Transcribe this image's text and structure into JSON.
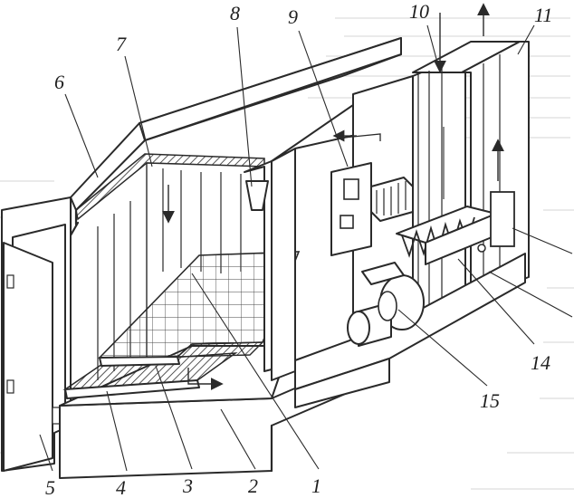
{
  "figure": {
    "background_text_visible": true,
    "callouts": [
      {
        "id": "c1",
        "label": "1"
      },
      {
        "id": "c2",
        "label": "2"
      },
      {
        "id": "c3",
        "label": "3"
      },
      {
        "id": "c4",
        "label": "4"
      },
      {
        "id": "c5",
        "label": "5"
      },
      {
        "id": "c6",
        "label": "6"
      },
      {
        "id": "c7",
        "label": "7"
      },
      {
        "id": "c8",
        "label": "8"
      },
      {
        "id": "c9",
        "label": "9"
      },
      {
        "id": "c10",
        "label": "10"
      },
      {
        "id": "c11",
        "label": "11"
      },
      {
        "id": "c14",
        "label": "14"
      },
      {
        "id": "c15",
        "label": "15"
      }
    ],
    "colors": {
      "ink": "#2a2a2a",
      "paper": "#ffffff",
      "bleed": "#cfcfcf"
    }
  }
}
